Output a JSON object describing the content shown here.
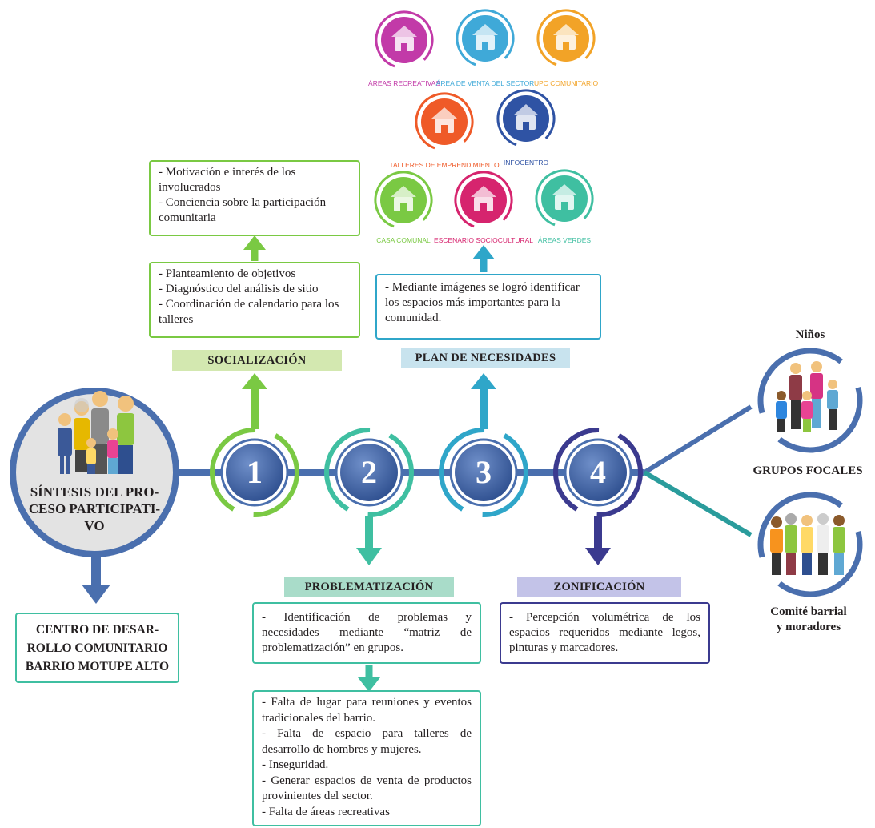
{
  "colors": {
    "green": "#7ac943",
    "teal": "#3fbfa1",
    "blue": "#2fa6c9",
    "purple": "#3b3a8f",
    "steel": "#4a6fae",
    "grey_circle": "#e3e3e3",
    "socializacion_bg": "#d3e8b0",
    "plan_bg": "#c8e3ee",
    "problem_bg": "#a9dcc9",
    "zonif_bg": "#c3c3e8"
  },
  "synthesis": {
    "title_lines": [
      "SÍNTESIS DEL PRO-",
      "CESO PARTICIPATI-",
      "VO"
    ],
    "result_lines": [
      "CENTRO DE DESAR-",
      "ROLLO COMUNITARIO",
      "BARRIO MOTUPE ALTO"
    ]
  },
  "steps": [
    {
      "number": "1",
      "label": "SOCIALIZACIÓN"
    },
    {
      "number": "2",
      "label": "PROBLEMATIZACIÓN"
    },
    {
      "number": "3",
      "label": "PLAN DE NECESIDADES"
    },
    {
      "number": "4",
      "label": "ZONIFICACIÓN"
    }
  ],
  "socializacion": {
    "box_lower": [
      "- Planteamiento de objetivos",
      "- Diagnóstico del análisis de sitio",
      "- Coordinación de calendario para los talleres"
    ],
    "box_upper": [
      "- Motivación e interés de los involucrados",
      "- Conciencia sobre la participación comunitaria"
    ]
  },
  "plan": {
    "box": "- Mediante imágenes se logró identificar los espacios más importantes para la comunidad.",
    "spaces": [
      {
        "label": "ÁREAS RECREATIVAS",
        "color": "#c23aa8",
        "icon": "gazebo-icon"
      },
      {
        "label": "ÁREA DE VENTA DEL SECTOR",
        "color": "#3fa9d8",
        "icon": "vendors-icon"
      },
      {
        "label": "UPC COMUNITARIO",
        "color": "#f2a327",
        "icon": "police-icon"
      },
      {
        "label": "TALLERES DE EMPRENDIMIENTO",
        "color": "#ef5a28",
        "icon": "workshop-icon"
      },
      {
        "label": "INFOCENTRO",
        "color": "#2f53a4",
        "icon": "computer-user-icon"
      },
      {
        "label": "CASA COMUNAL",
        "color": "#7ac943",
        "icon": "house-icon"
      },
      {
        "label": "ESCENARIO SOCIOCULTURAL",
        "color": "#d6246e",
        "icon": "dancers-icon"
      },
      {
        "label": "ÁREAS VERDES",
        "color": "#3fbfa1",
        "icon": "park-icon"
      }
    ]
  },
  "problematizacion": {
    "box_upper": "- Identificación de problemas y necesidades mediante “matriz de problematización” en grupos.",
    "box_lower": [
      "- Falta de lugar para reuniones y eventos tradicionales del barrio.",
      "- Falta de espacio para talleres de desarrollo de hombres y mujeres.",
      "- Inseguridad.",
      "- Generar espacios de venta de productos provinientes del sector.",
      "- Falta de  áreas recreativas"
    ]
  },
  "zonificacion": {
    "box": "- Percepción volumétrica de los espacios requeridos mediante legos, pinturas y marcadores."
  },
  "focus_groups": {
    "title": "GRUPOS FOCALES",
    "top_label": "Niños",
    "bottom_label_lines": [
      "Comité barrial",
      "y moradores"
    ]
  }
}
